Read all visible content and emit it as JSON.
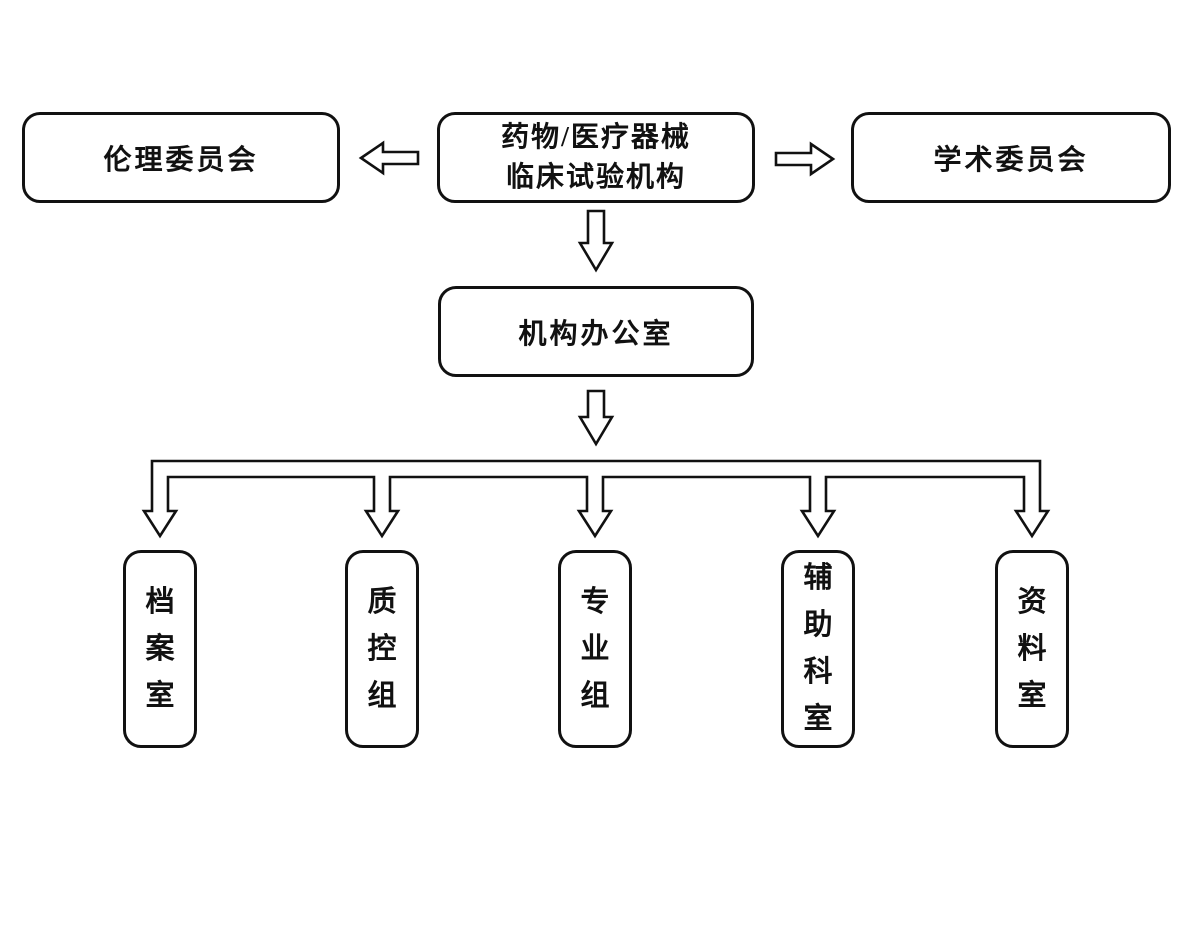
{
  "diagram": {
    "type": "org-flowchart",
    "background_color": "#ffffff",
    "line_color": "#111111",
    "box_fill_color": "#ffffff",
    "nodes": {
      "root": {
        "label_line1": "药物/医疗器械",
        "label_line2": "临床试验机构"
      },
      "ethics": {
        "label": "伦理委员会"
      },
      "academic": {
        "label": "学术委员会"
      },
      "office": {
        "label": "机构办公室"
      },
      "departments": [
        {
          "label": "档案室"
        },
        {
          "label": "质控组"
        },
        {
          "label": "专业组"
        },
        {
          "label": "辅助科室"
        },
        {
          "label": "资料室"
        }
      ]
    },
    "edges": [
      {
        "from": "root",
        "to": "ethics",
        "style": "hollow-block-arrow",
        "direction": "left"
      },
      {
        "from": "root",
        "to": "academic",
        "style": "hollow-block-arrow",
        "direction": "right"
      },
      {
        "from": "root",
        "to": "office",
        "style": "hollow-block-arrow",
        "direction": "down"
      },
      {
        "from": "office",
        "to": "departments",
        "style": "hollow-block-arrow-branch",
        "direction": "down",
        "branches": 5
      }
    ]
  }
}
